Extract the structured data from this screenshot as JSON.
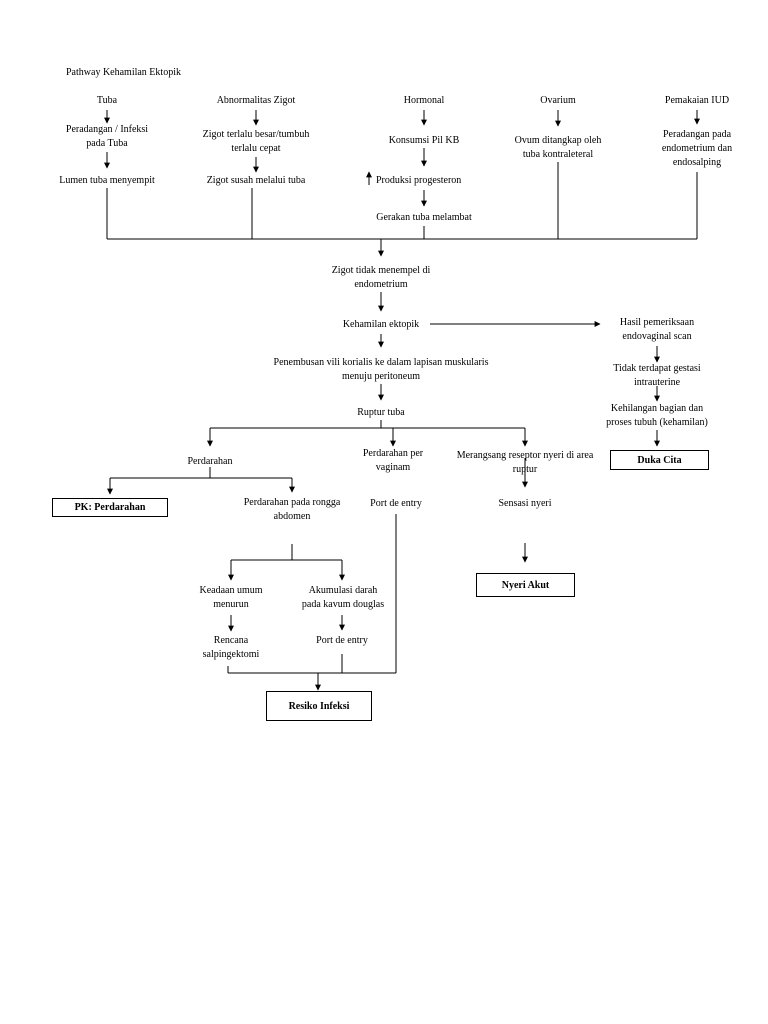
{
  "title": "Pathway Kehamilan Ektopik",
  "causes": {
    "tuba": [
      "Tuba",
      "Peradangan / Infeksi\npada Tuba",
      "Lumen tuba menyempit"
    ],
    "zigot": [
      "Abnormalitas Zigot",
      "Zigot terlalu besar/tumbuh\nterlalu cepat",
      "Zigot susah melalui tuba"
    ],
    "hormonal": [
      "Hormonal",
      "Konsumsi Pil KB",
      "Produksi progesteron",
      "Gerakan tuba melambat"
    ],
    "ovarium": [
      "Ovarium",
      "Ovum ditangkap oleh\ntuba kontraleteral"
    ],
    "iud": [
      "Pemakaian IUD",
      "Peradangan pada\nendometrium dan\nendosalping"
    ]
  },
  "main": {
    "zigot_tidak_menempel": "Zigot tidak menempel di\nendometrium",
    "kehamilan_ektopik": "Kehamilan ektopik",
    "penembusan": "Penembusan vili korialis ke dalam lapisan muskularis\nmenuju peritoneum",
    "ruptur_tuba": "Ruptur tuba"
  },
  "right_branch": {
    "hasil_pemeriksaan": "Hasil pemeriksaan\nendovaginal scan",
    "tidak_terdapat": "Tidak terdapat gestasi\nintrauterine",
    "kehilangan": "Kehilangan bagian dan\nproses tubuh (kehamilan)",
    "duka_cita": "Duka Cita"
  },
  "branches": {
    "perdarahan": "Perdarahan",
    "pk_perdarahan": "PK: Perdarahan",
    "perdarahan_rongga": "Perdarahan pada rongga\nabdomen",
    "keadaan_umum": "Keadaan umum\nmenurun",
    "rencana": "Rencana\nsalpingektomi",
    "akumulasi": "Akumulasi darah\npada kavum douglas",
    "port_de_entry_1": "Port de entry",
    "perdarahan_vaginam": "Perdarahan per\nvaginam",
    "port_de_entry_2": "Port de entry",
    "merangsang": "Merangsang reseptor nyeri di area\nruptur",
    "sensasi_nyeri": "Sensasi nyeri",
    "nyeri_akut": "Nyeri Akut",
    "resiko_infeksi": "Resiko Infeksi"
  }
}
